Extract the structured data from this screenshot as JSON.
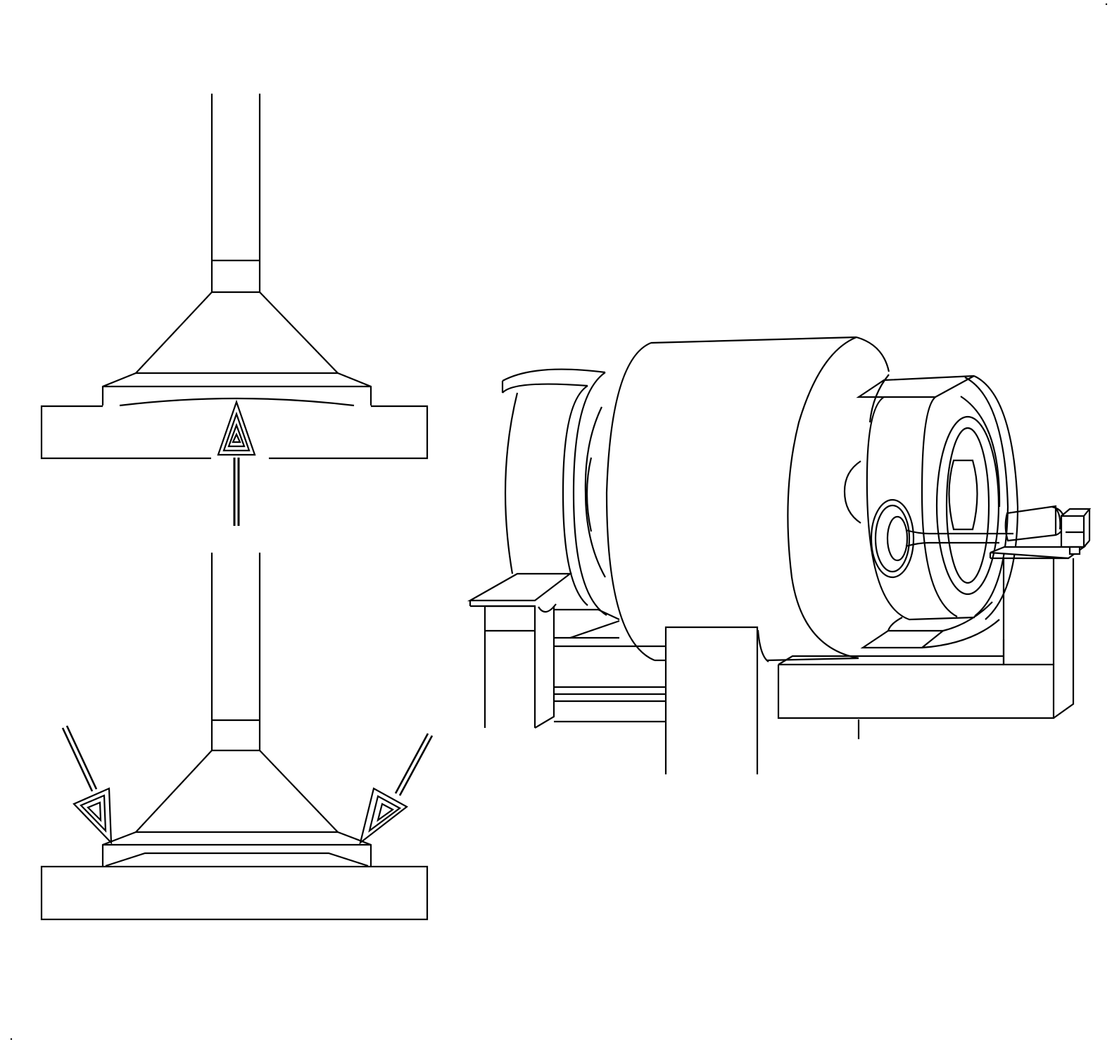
{
  "figure": {
    "labels": [],
    "colors": {
      "line": "#000000",
      "background": "#ffffff"
    },
    "panels": [
      {
        "id": "valve-seat-face-contact",
        "arrow_count": 1
      },
      {
        "id": "valve-seat-margin-contact",
        "arrow_count": 2
      },
      {
        "id": "valve-face-grinding-machine"
      }
    ]
  }
}
